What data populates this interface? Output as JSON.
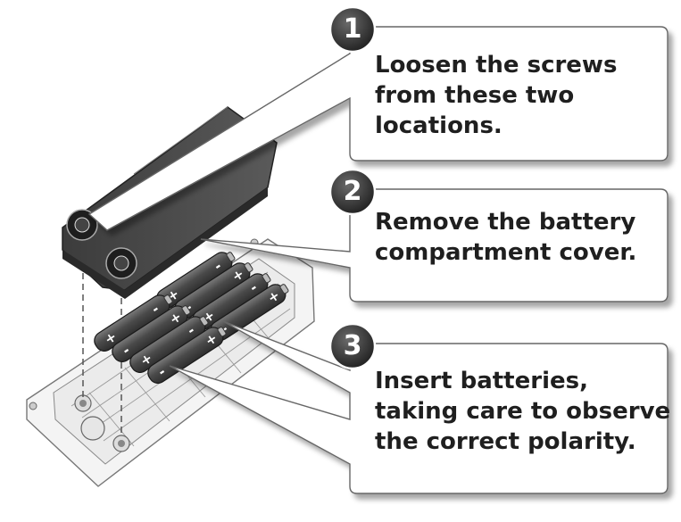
{
  "steps": [
    {
      "number": "1",
      "text": "Loosen the screws\nfrom these two\nlocations."
    },
    {
      "number": "2",
      "text": "Remove the battery\ncompartment cover."
    },
    {
      "number": "3",
      "text": "Insert batteries,\ntaking care to observe\nthe correct polarity."
    }
  ],
  "polarity": {
    "plus": "+",
    "minus": "-"
  },
  "colors": {
    "badge": "#3a3a3a",
    "callout_border": "#555555",
    "cover": "#4a4a4a",
    "battery": "#5a5a5a",
    "panel": "#f2f2f2"
  }
}
